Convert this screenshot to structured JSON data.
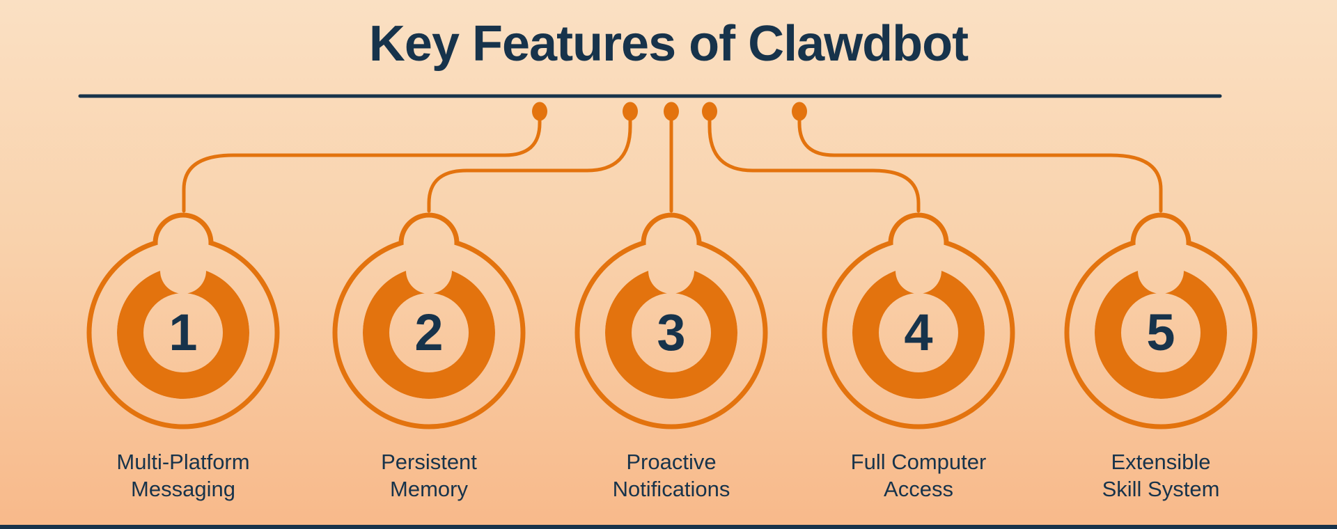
{
  "title": "Key Features of Clawdbot",
  "colors": {
    "orange": "#E3730E",
    "navy": "#17334B",
    "bg_top": "#FAE0C3",
    "bg_bottom": "#F8B98A"
  },
  "features": [
    {
      "number": "1",
      "label_line1": "Multi-Platform",
      "label_line2": "Messaging"
    },
    {
      "number": "2",
      "label_line1": "Persistent",
      "label_line2": "Memory"
    },
    {
      "number": "3",
      "label_line1": "Proactive",
      "label_line2": "Notifications"
    },
    {
      "number": "4",
      "label_line1": "Full Computer",
      "label_line2": "Access"
    },
    {
      "number": "5",
      "label_line1": "Extensible",
      "label_line2": "Skill System"
    }
  ]
}
